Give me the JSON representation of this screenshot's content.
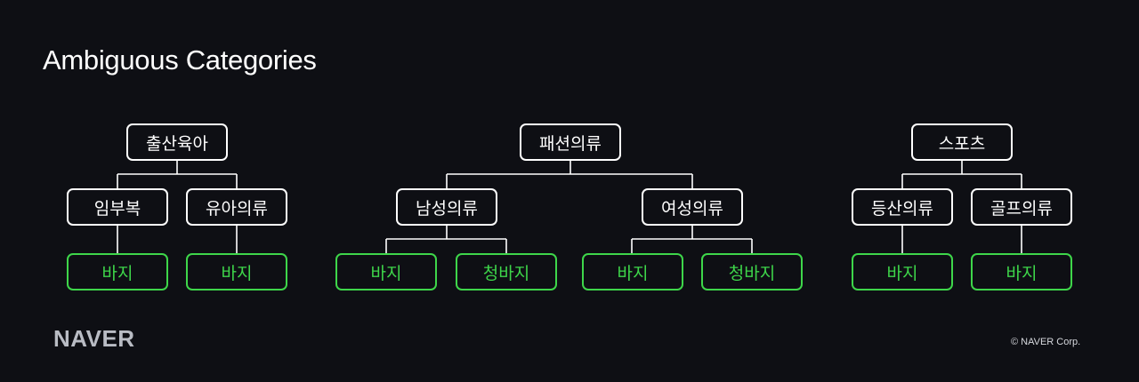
{
  "title": "Ambiguous Categories",
  "trees": [
    {
      "root": "출산육아",
      "children": [
        {
          "label": "임부복",
          "leaves": [
            "바지"
          ]
        },
        {
          "label": "유아의류",
          "leaves": [
            "바지"
          ]
        }
      ]
    },
    {
      "root": "패션의류",
      "children": [
        {
          "label": "남성의류",
          "leaves": [
            "바지",
            "청바지"
          ]
        },
        {
          "label": "여성의류",
          "leaves": [
            "바지",
            "청바지"
          ]
        }
      ]
    },
    {
      "root": "스포츠",
      "children": [
        {
          "label": "등산의류",
          "leaves": [
            "바지"
          ]
        },
        {
          "label": "골프의류",
          "leaves": [
            "바지"
          ]
        }
      ]
    }
  ],
  "colors": {
    "background": "#0e0f14",
    "node_border": "#ffffff",
    "leaf_accent": "#3ed64a"
  },
  "footer": {
    "logo": "NAVER",
    "copyright": "©  NAVER Corp."
  }
}
